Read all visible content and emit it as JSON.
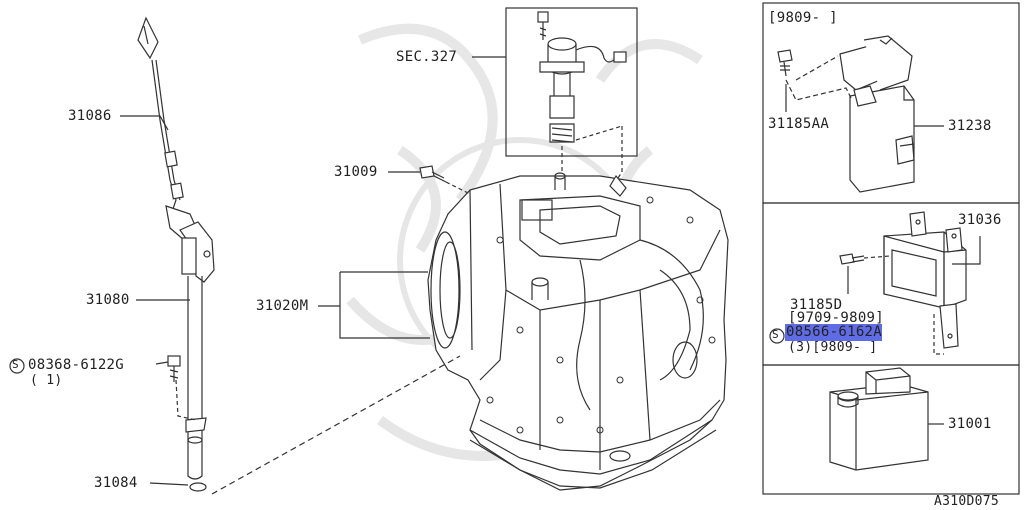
{
  "labels": {
    "p31086": "31086",
    "p31080": "31080",
    "screw_left_code": "08368-6122G",
    "screw_left_qty": "( 1)",
    "s_mark": "S",
    "p31084": "31084",
    "sec327": "SEC.327",
    "p31009": "31009",
    "p31020m": "31020M",
    "range_top": "[9809-     ]",
    "p31185aa": "31185AA",
    "p31238": "31238",
    "p31036": "31036",
    "p31185d": "31185D",
    "range_mid": "[9709-9809]",
    "screw_right_code": "08566-6162A",
    "screw_right_range": "(3)[9809-    ]",
    "p31001": "31001",
    "diagram_id": "A310D075"
  },
  "colors": {
    "line": "#333333",
    "highlight": "#2233dd",
    "watermark": "#e6e6e6"
  }
}
